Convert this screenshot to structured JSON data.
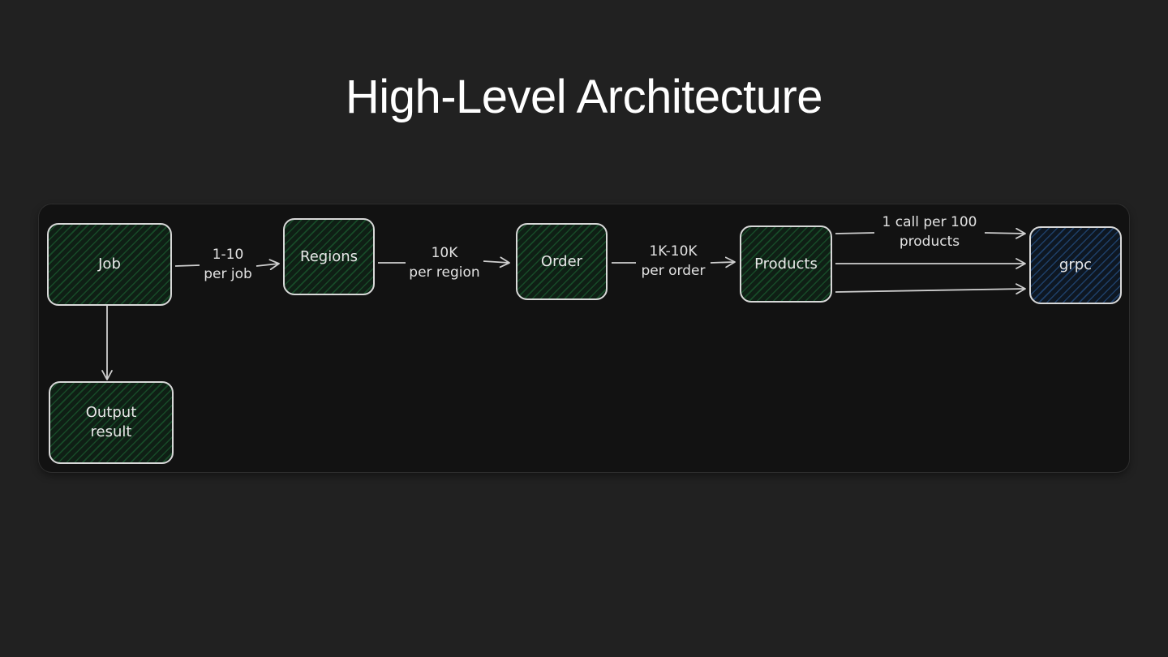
{
  "title": "High-Level Architecture",
  "diagram": {
    "nodes": {
      "job": {
        "label": "Job"
      },
      "regions": {
        "label": "Regions"
      },
      "order": {
        "label": "Order"
      },
      "products": {
        "label": "Products"
      },
      "grpc": {
        "label": "grpc"
      },
      "output": {
        "line1": "Output",
        "line2": "result"
      }
    },
    "edges": {
      "job_regions": {
        "line1": "1-10",
        "line2": "per job"
      },
      "regions_order": {
        "line1": "10K",
        "line2": "per region"
      },
      "order_products": {
        "line1": "1K-10K",
        "line2": "per order"
      },
      "products_grpc": {
        "line1": "1 call per 100",
        "line2": "products"
      }
    },
    "colors": {
      "node_fill_green": "#1e6e37",
      "node_fill_blue": "#285a96",
      "stroke": "#d8d8d8",
      "canvas": "#121212",
      "background": "#212121"
    }
  }
}
